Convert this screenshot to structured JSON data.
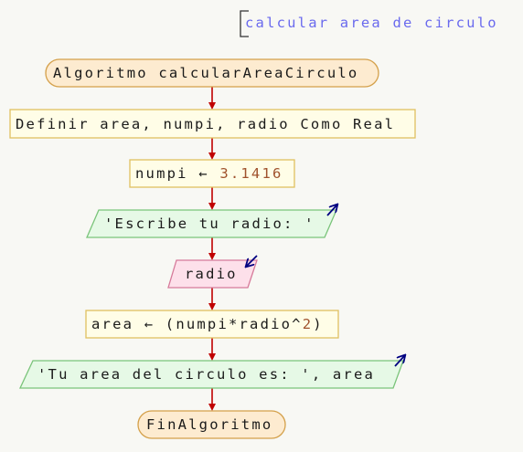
{
  "comment": "calcular area de circulo",
  "start": "Algoritmo calcularAreaCirculo",
  "define": "Definir area, numpi, radio Como Real",
  "assign1": {
    "var": "numpi",
    "arrow": "←",
    "value": "3.1416"
  },
  "output1": "'Escribe tu radio: '",
  "input1": "radio",
  "assign2": {
    "var": "area",
    "arrow": "←",
    "expr_open": "(numpi*radio^",
    "expr_num": "2",
    "expr_close": ")"
  },
  "output2": "'Tu area del circulo es: ', area",
  "end": "FinAlgoritmo",
  "colors": {
    "background": "#f8f8f4",
    "terminal_fill": "#fdebd0",
    "process_fill": "#fffde7",
    "process_border": "#e0c060",
    "io_output_fill": "#e6f9e6",
    "io_input_fill": "#fde0ea",
    "connector": "#c00000",
    "io_arrow": "#000080",
    "number": "#a0522d",
    "comment": "#6a6aee"
  }
}
